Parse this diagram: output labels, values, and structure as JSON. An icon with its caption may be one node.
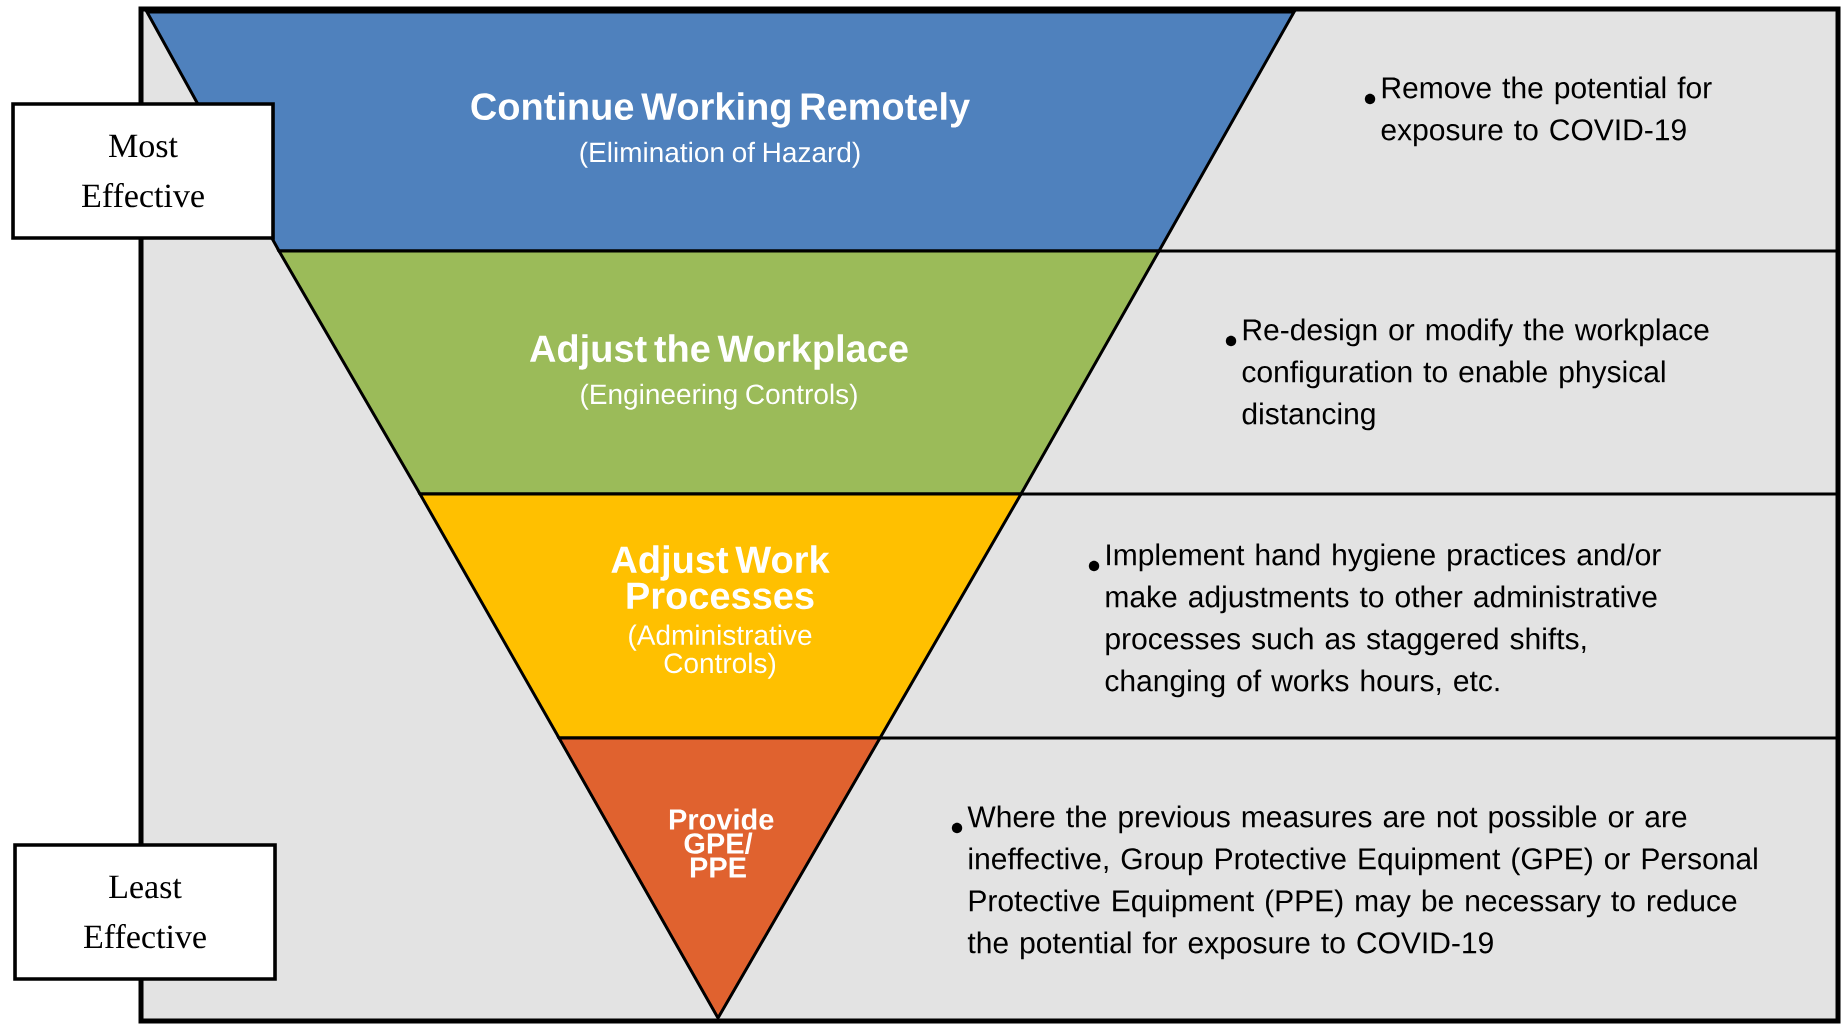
{
  "diagram": {
    "nodes": [
      {
        "text": [
          "Continue Working Remotely",
          "(Elimination of Hazard)"
        ]
      },
      {
        "text": [
          "Adjust the Workplace",
          "(Engineering Controls)"
        ]
      },
      {
        "text": [
          "Adjust Work Processes",
          "(Administrative Controls)"
        ]
      },
      {
        "text": [
          "Provide GPE/ PPE"
        ]
      },
      {
        "text": [
          "Remove the potential for exposure to COVID-19"
        ]
      },
      {
        "text": [
          "Re-design or modify the workplace configuration to enable physical distancing"
        ]
      },
      {
        "text": [
          "Implement hand hygiene practices and/or make adjustments to other administrative processes such as staggered shifts, changing of works hours, etc."
        ]
      },
      {
        "text": [
          "Where the previous measures are not possible or are ineffective, Group Protective Equipment (GPE) or Personal Protective Equipment (PPE) may be necessary to reduce the potential for exposure to COVID-19"
        ]
      },
      {
        "text": [
          "Most Effective"
        ]
      },
      {
        "text": [
          "Least Effective"
        ]
      }
    ]
  }
}
